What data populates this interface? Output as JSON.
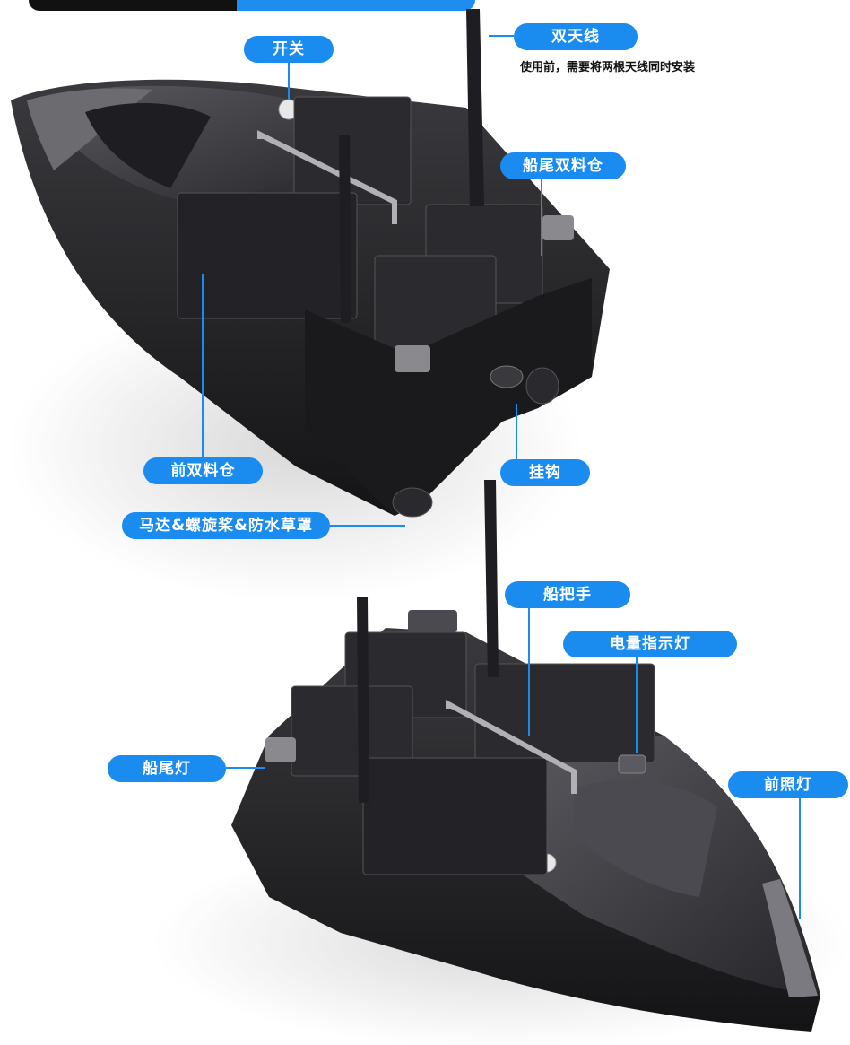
{
  "labels": {
    "switch": "开关",
    "dual_antenna": "双天线",
    "antenna_note": "使用前，需要将两根天线同时安装",
    "rear_dual_hopper": "船尾双料仓",
    "front_dual_hopper": "前双料仓",
    "hook": "挂钩",
    "motor_propeller_guard": "马达&螺旋桨&防水草罩",
    "boat_handle": "船把手",
    "battery_indicator": "电量指示灯",
    "tail_light": "船尾灯",
    "headlight": "前照灯"
  },
  "colors": {
    "accent": "#1a8cf0",
    "hull": "#1c1c1e",
    "hull_light": "#4a4a4e",
    "background": "#ffffff"
  },
  "icons": {
    "boat_top": "bait-boat-rear-view",
    "boat_bottom": "bait-boat-front-view"
  }
}
